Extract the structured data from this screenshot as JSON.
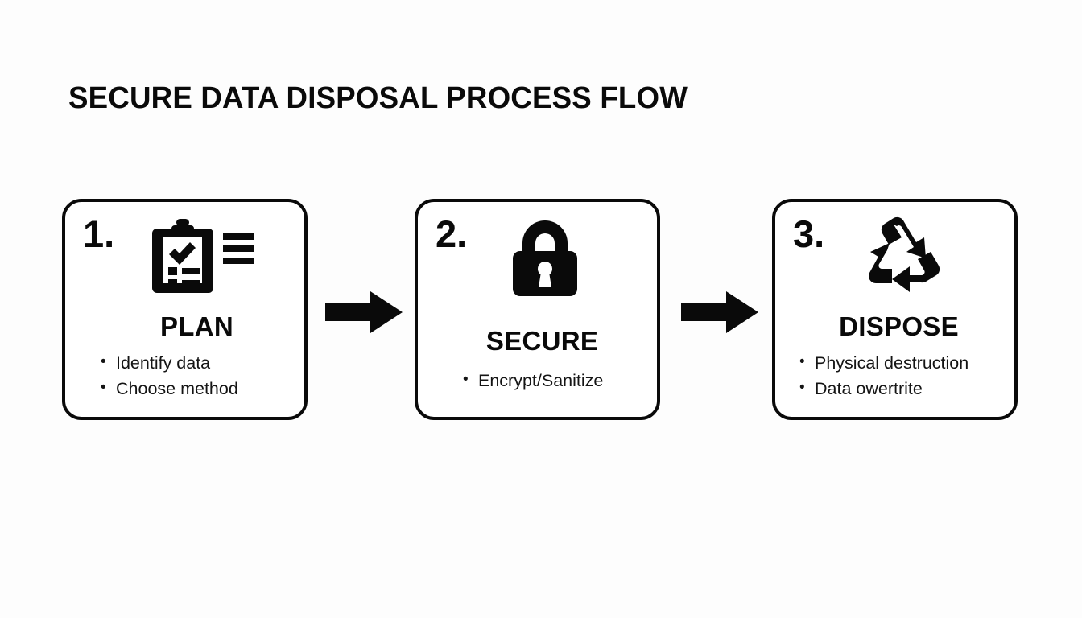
{
  "page": {
    "title": "SECURE DATA DISPOSAL PROCESS FLOW",
    "background_color": "#fdfdfd",
    "ink_color": "#0a0a0a"
  },
  "flow": {
    "steps": [
      {
        "number": "1.",
        "icon": "clipboard-checklist-icon",
        "heading": "PLAN",
        "bullets": [
          "Identify data",
          "Choose method"
        ]
      },
      {
        "number": "2.",
        "icon": "padlock-icon",
        "heading": "SECURE",
        "bullets": [
          "Encrypt/Sanitize"
        ]
      },
      {
        "number": "3.",
        "icon": "recycle-icon",
        "heading": "DISPOSE",
        "bullets": [
          "Physical destruction",
          "Data owertrite"
        ]
      }
    ],
    "connectors": [
      {
        "icon": "arrow-right-icon",
        "from": "PLAN",
        "to": "SECURE"
      },
      {
        "icon": "arrow-right-icon",
        "from": "SECURE",
        "to": "DISPOSE"
      }
    ]
  }
}
